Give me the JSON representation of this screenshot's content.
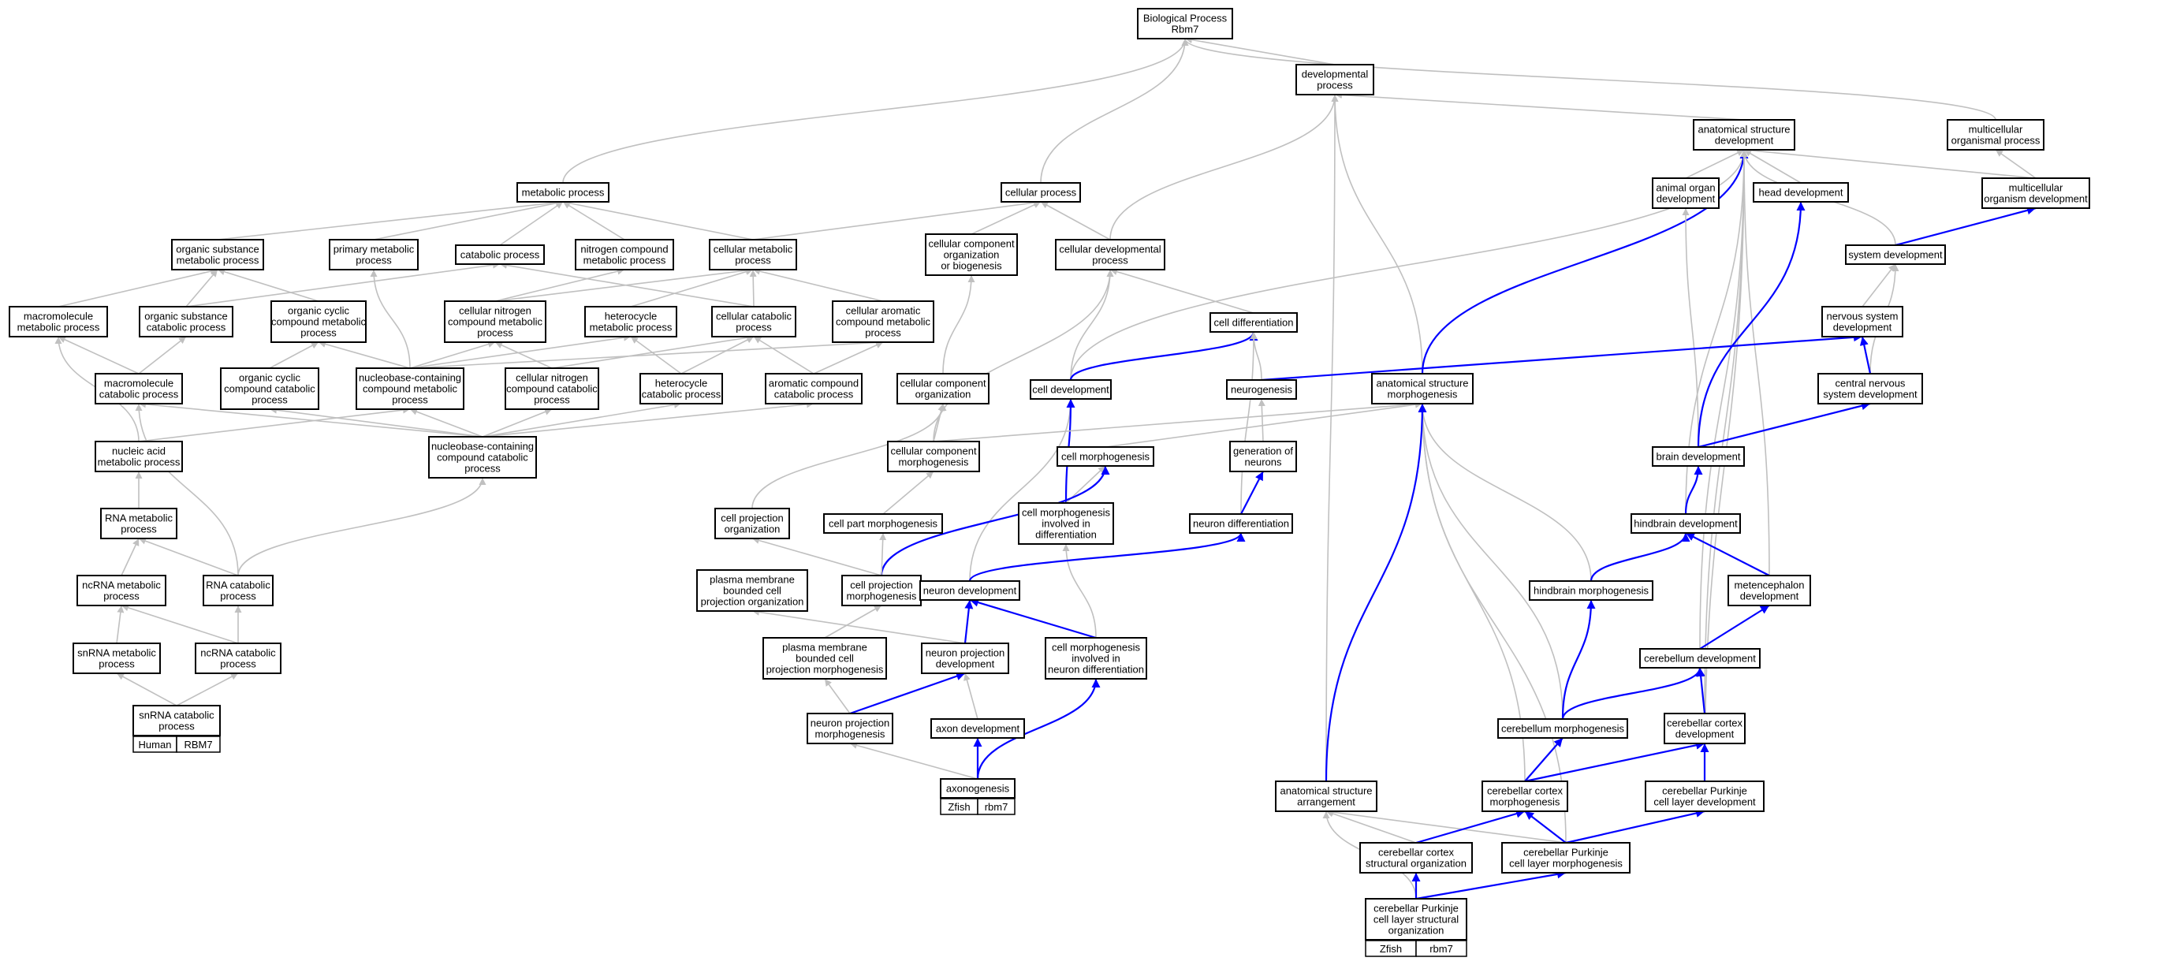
{
  "colors": {
    "gray_edge": "#c0c0c0",
    "blue_edge": "#0000ff",
    "human_badge": "#f05a40",
    "zfish_badge": "#5b87e6"
  },
  "nodes": [
    {
      "id": "bp",
      "lines": [
        "Biological Process",
        "Rbm7"
      ]
    },
    {
      "id": "dev",
      "lines": [
        "developmental",
        "process"
      ]
    },
    {
      "id": "asd",
      "lines": [
        "anatomical structure",
        "development"
      ]
    },
    {
      "id": "mop",
      "lines": [
        "multicellular",
        "organismal process"
      ]
    },
    {
      "id": "metab",
      "lines": [
        "metabolic process"
      ]
    },
    {
      "id": "cellproc",
      "lines": [
        "cellular process"
      ]
    },
    {
      "id": "aod",
      "lines": [
        "animal organ",
        "development"
      ]
    },
    {
      "id": "headdev",
      "lines": [
        "head development"
      ]
    },
    {
      "id": "mod",
      "lines": [
        "multicellular",
        "organism development"
      ]
    },
    {
      "id": "osmp",
      "lines": [
        "organic substance",
        "metabolic process"
      ]
    },
    {
      "id": "pmp",
      "lines": [
        "primary metabolic",
        "process"
      ]
    },
    {
      "id": "catab",
      "lines": [
        "catabolic process"
      ]
    },
    {
      "id": "ncmp",
      "lines": [
        "nitrogen compound",
        "metabolic process"
      ]
    },
    {
      "id": "cmp",
      "lines": [
        "cellular metabolic",
        "process"
      ]
    },
    {
      "id": "ccob",
      "lines": [
        "cellular component",
        "organization",
        "or biogenesis"
      ]
    },
    {
      "id": "cdp",
      "lines": [
        "cellular developmental",
        "process"
      ]
    },
    {
      "id": "sysdev",
      "lines": [
        "system development"
      ]
    },
    {
      "id": "mmp",
      "lines": [
        "macromolecule",
        "metabolic process"
      ]
    },
    {
      "id": "oscp",
      "lines": [
        "organic substance",
        "catabolic process"
      ]
    },
    {
      "id": "occmp",
      "lines": [
        "organic cyclic",
        "compound metabolic",
        "process"
      ]
    },
    {
      "id": "cncmp",
      "lines": [
        "cellular nitrogen",
        "compound metabolic",
        "process"
      ]
    },
    {
      "id": "hmp",
      "lines": [
        "heterocycle",
        "metabolic process"
      ]
    },
    {
      "id": "ccp",
      "lines": [
        "cellular catabolic",
        "process"
      ]
    },
    {
      "id": "cacmp",
      "lines": [
        "cellular aromatic",
        "compound metabolic",
        "process"
      ]
    },
    {
      "id": "celldiff",
      "lines": [
        "cell differentiation"
      ]
    },
    {
      "id": "nsd",
      "lines": [
        "nervous system",
        "development"
      ]
    },
    {
      "id": "mcp",
      "lines": [
        "macromolecule",
        "catabolic process"
      ]
    },
    {
      "id": "occcp",
      "lines": [
        "organic cyclic",
        "compound catabolic",
        "process"
      ]
    },
    {
      "id": "nbccmp",
      "lines": [
        "nucleobase-containing",
        "compound metabolic",
        "process"
      ]
    },
    {
      "id": "cnccp",
      "lines": [
        "cellular nitrogen",
        "compound catabolic",
        "process"
      ]
    },
    {
      "id": "hcp",
      "lines": [
        "heterocycle",
        "catabolic process"
      ]
    },
    {
      "id": "acccp",
      "lines": [
        "aromatic compound",
        "catabolic process"
      ]
    },
    {
      "id": "cco",
      "lines": [
        "cellular component",
        "organization"
      ]
    },
    {
      "id": "celldev",
      "lines": [
        "cell development"
      ]
    },
    {
      "id": "neurogen",
      "lines": [
        "neurogenesis"
      ]
    },
    {
      "id": "asm",
      "lines": [
        "anatomical structure",
        "morphogenesis"
      ]
    },
    {
      "id": "cnsd",
      "lines": [
        "central nervous",
        "system development"
      ]
    },
    {
      "id": "nbcccp",
      "lines": [
        "nucleobase-containing",
        "compound catabolic",
        "process"
      ]
    },
    {
      "id": "namp",
      "lines": [
        "nucleic acid",
        "metabolic process"
      ]
    },
    {
      "id": "ccm",
      "lines": [
        "cellular component",
        "morphogenesis"
      ]
    },
    {
      "id": "cellmorph",
      "lines": [
        "cell morphogenesis"
      ]
    },
    {
      "id": "genneur",
      "lines": [
        "generation of",
        "neurons"
      ]
    },
    {
      "id": "braindev",
      "lines": [
        "brain development"
      ]
    },
    {
      "id": "rnamp",
      "lines": [
        "RNA metabolic",
        "process"
      ]
    },
    {
      "id": "cpo",
      "lines": [
        "cell projection",
        "organization"
      ]
    },
    {
      "id": "cpartm",
      "lines": [
        "cell part morphogenesis"
      ]
    },
    {
      "id": "cmid",
      "lines": [
        "cell morphogenesis",
        "involved in",
        "differentiation"
      ]
    },
    {
      "id": "neurdiff",
      "lines": [
        "neuron differentiation"
      ]
    },
    {
      "id": "hbdev",
      "lines": [
        "hindbrain development"
      ]
    },
    {
      "id": "ncrnamp",
      "lines": [
        "ncRNA metabolic",
        "process"
      ]
    },
    {
      "id": "rnacp",
      "lines": [
        "RNA catabolic",
        "process"
      ]
    },
    {
      "id": "pmbcpo",
      "lines": [
        "plasma membrane",
        "bounded cell",
        "projection organization"
      ]
    },
    {
      "id": "cpm",
      "lines": [
        "cell projection",
        "morphogenesis"
      ]
    },
    {
      "id": "neurdev",
      "lines": [
        "neuron development"
      ]
    },
    {
      "id": "hbmorph",
      "lines": [
        "hindbrain morphogenesis"
      ]
    },
    {
      "id": "metdev",
      "lines": [
        "metencephalon",
        "development"
      ]
    },
    {
      "id": "snrnamp",
      "lines": [
        "snRNA metabolic",
        "process"
      ]
    },
    {
      "id": "ncrnacp",
      "lines": [
        "ncRNA catabolic",
        "process"
      ]
    },
    {
      "id": "pmbcpm",
      "lines": [
        "plasma membrane",
        "bounded cell",
        "projection morphogenesis"
      ]
    },
    {
      "id": "npd",
      "lines": [
        "neuron projection",
        "development"
      ]
    },
    {
      "id": "cmind",
      "lines": [
        "cell morphogenesis",
        "involved in",
        "neuron differentiation"
      ]
    },
    {
      "id": "cbdev",
      "lines": [
        "cerebellum development"
      ]
    },
    {
      "id": "snrnacp",
      "lines": [
        "snRNA catabolic",
        "process"
      ],
      "badges": [
        "Human",
        "RBM7"
      ],
      "badge_color": "human_badge"
    },
    {
      "id": "npm",
      "lines": [
        "neuron projection",
        "morphogenesis"
      ]
    },
    {
      "id": "axdev",
      "lines": [
        "axon development"
      ]
    },
    {
      "id": "cbmorph",
      "lines": [
        "cerebellum morphogenesis"
      ]
    },
    {
      "id": "cbcdev",
      "lines": [
        "cerebellar cortex",
        "development"
      ]
    },
    {
      "id": "axono",
      "lines": [
        "axonogenesis"
      ],
      "badges": [
        "Zfish",
        "rbm7"
      ],
      "badge_color": "zfish_badge"
    },
    {
      "id": "asa",
      "lines": [
        "anatomical structure",
        "arrangement"
      ]
    },
    {
      "id": "cbcmorph",
      "lines": [
        "cerebellar cortex",
        "morphogenesis"
      ]
    },
    {
      "id": "cpcldev",
      "lines": [
        "cerebellar Purkinje",
        "cell layer development"
      ]
    },
    {
      "id": "cbcso",
      "lines": [
        "cerebellar cortex",
        "structural organization"
      ]
    },
    {
      "id": "cpclm",
      "lines": [
        "cerebellar Purkinje",
        "cell layer morphogenesis"
      ]
    },
    {
      "id": "cpclso",
      "lines": [
        "cerebellar Purkinje",
        "cell layer structural",
        "organization"
      ],
      "badges": [
        "Zfish",
        "rbm7"
      ],
      "badge_color": "zfish_badge"
    }
  ],
  "edges": [
    [
      "dev",
      "bp",
      "g"
    ],
    [
      "metab",
      "bp",
      "g"
    ],
    [
      "cellproc",
      "bp",
      "g"
    ],
    [
      "mop",
      "bp",
      "g"
    ],
    [
      "asd",
      "dev",
      "g"
    ],
    [
      "cdp",
      "dev",
      "g"
    ],
    [
      "asa",
      "dev",
      "g"
    ],
    [
      "asm",
      "dev",
      "g"
    ],
    [
      "aod",
      "asd",
      "g"
    ],
    [
      "headdev",
      "asd",
      "g"
    ],
    [
      "mod",
      "asd",
      "g"
    ],
    [
      "celldev",
      "asd",
      "g"
    ],
    [
      "asm",
      "asd",
      "b"
    ],
    [
      "sysdev",
      "asd",
      "g"
    ],
    [
      "hbdev",
      "asd",
      "g"
    ],
    [
      "metdev",
      "asd",
      "g"
    ],
    [
      "cbdev",
      "asd",
      "g"
    ],
    [
      "cbcdev",
      "asd",
      "g"
    ],
    [
      "cpcldev",
      "asd",
      "g"
    ],
    [
      "mod",
      "mop",
      "g"
    ],
    [
      "osmp",
      "metab",
      "g"
    ],
    [
      "pmp",
      "metab",
      "g"
    ],
    [
      "catab",
      "metab",
      "g"
    ],
    [
      "ncmp",
      "metab",
      "g"
    ],
    [
      "cmp",
      "metab",
      "g"
    ],
    [
      "cmp",
      "cellproc",
      "g"
    ],
    [
      "ccob",
      "cellproc",
      "g"
    ],
    [
      "cdp",
      "cellproc",
      "g"
    ],
    [
      "braindev",
      "aod",
      "g"
    ],
    [
      "braindev",
      "headdev",
      "b"
    ],
    [
      "sysdev",
      "mod",
      "b"
    ],
    [
      "mmp",
      "osmp",
      "g"
    ],
    [
      "oscp",
      "osmp",
      "g"
    ],
    [
      "occmp",
      "osmp",
      "g"
    ],
    [
      "nbccmp",
      "pmp",
      "g"
    ],
    [
      "oscp",
      "catab",
      "g"
    ],
    [
      "ccp",
      "catab",
      "g"
    ],
    [
      "cncmp",
      "ncmp",
      "g"
    ],
    [
      "cncmp",
      "cmp",
      "g"
    ],
    [
      "hmp",
      "cmp",
      "g"
    ],
    [
      "ccp",
      "cmp",
      "g"
    ],
    [
      "cacmp",
      "cmp",
      "g"
    ],
    [
      "cco",
      "ccob",
      "g"
    ],
    [
      "celldiff",
      "cdp",
      "g"
    ],
    [
      "celldev",
      "cdp",
      "g"
    ],
    [
      "ccm",
      "cdp",
      "g"
    ],
    [
      "nsd",
      "sysdev",
      "g"
    ],
    [
      "cnsd",
      "sysdev",
      "g"
    ],
    [
      "mcp",
      "mmp",
      "g"
    ],
    [
      "namp",
      "mmp",
      "g"
    ],
    [
      "mcp",
      "oscp",
      "g"
    ],
    [
      "occcp",
      "occmp",
      "g"
    ],
    [
      "nbccmp",
      "occmp",
      "g"
    ],
    [
      "nbccmp",
      "cncmp",
      "g"
    ],
    [
      "cnccp",
      "cncmp",
      "g"
    ],
    [
      "nbccmp",
      "hmp",
      "g"
    ],
    [
      "hcp",
      "hmp",
      "g"
    ],
    [
      "cnccp",
      "ccp",
      "g"
    ],
    [
      "hcp",
      "ccp",
      "g"
    ],
    [
      "acccp",
      "ccp",
      "g"
    ],
    [
      "nbccmp",
      "cacmp",
      "g"
    ],
    [
      "acccp",
      "cacmp",
      "g"
    ],
    [
      "celldev",
      "celldiff",
      "b"
    ],
    [
      "neurogen",
      "celldiff",
      "g"
    ],
    [
      "neurdiff",
      "celldiff",
      "g"
    ],
    [
      "neurogen",
      "nsd",
      "b"
    ],
    [
      "cnsd",
      "nsd",
      "b"
    ],
    [
      "namp",
      "nbccmp",
      "g"
    ],
    [
      "nbcccp",
      "nbccmp",
      "g"
    ],
    [
      "nbcccp",
      "occcp",
      "g"
    ],
    [
      "nbcccp",
      "cnccp",
      "g"
    ],
    [
      "nbcccp",
      "hcp",
      "g"
    ],
    [
      "nbcccp",
      "acccp",
      "g"
    ],
    [
      "nbcccp",
      "mcp",
      "g"
    ],
    [
      "rnacp",
      "mcp",
      "g"
    ],
    [
      "ccm",
      "cco",
      "g"
    ],
    [
      "cpo",
      "cco",
      "g"
    ],
    [
      "neurdev",
      "celldev",
      "g"
    ],
    [
      "cmid",
      "celldev",
      "b"
    ],
    [
      "genneur",
      "neurogen",
      "g"
    ],
    [
      "ccm",
      "asm",
      "g"
    ],
    [
      "cellmorph",
      "asm",
      "g"
    ],
    [
      "hbmorph",
      "asm",
      "g"
    ],
    [
      "cbmorph",
      "asm",
      "g"
    ],
    [
      "cbcmorph",
      "asm",
      "g"
    ],
    [
      "cpclm",
      "asm",
      "g"
    ],
    [
      "asa",
      "asm",
      "b"
    ],
    [
      "braindev",
      "cnsd",
      "b"
    ],
    [
      "rnacp",
      "nbcccp",
      "g"
    ],
    [
      "rnamp",
      "namp",
      "g"
    ],
    [
      "cpartm",
      "ccm",
      "g"
    ],
    [
      "cmid",
      "cellmorph",
      "g"
    ],
    [
      "cpm",
      "cellmorph",
      "b"
    ],
    [
      "neurdiff",
      "genneur",
      "b"
    ],
    [
      "hbdev",
      "braindev",
      "b"
    ],
    [
      "ncrnamp",
      "rnamp",
      "g"
    ],
    [
      "rnacp",
      "rnamp",
      "g"
    ],
    [
      "cpm",
      "cpo",
      "g"
    ],
    [
      "cpm",
      "cpartm",
      "g"
    ],
    [
      "cmind",
      "cmid",
      "g"
    ],
    [
      "neurdev",
      "neurdiff",
      "b"
    ],
    [
      "hbmorph",
      "hbdev",
      "b"
    ],
    [
      "metdev",
      "hbdev",
      "b"
    ],
    [
      "ncrnacp",
      "ncrnamp",
      "g"
    ],
    [
      "snrnamp",
      "ncrnamp",
      "g"
    ],
    [
      "ncrnacp",
      "rnacp",
      "g"
    ],
    [
      "npd",
      "pmbcpo",
      "g"
    ],
    [
      "pmbcpm",
      "cpm",
      "g"
    ],
    [
      "npd",
      "neurdev",
      "b"
    ],
    [
      "cmind",
      "neurdev",
      "b"
    ],
    [
      "cbmorph",
      "hbmorph",
      "b"
    ],
    [
      "cbdev",
      "metdev",
      "b"
    ],
    [
      "snrnacp",
      "snrnamp",
      "g"
    ],
    [
      "snrnacp",
      "ncrnacp",
      "g"
    ],
    [
      "npm",
      "pmbcpm",
      "g"
    ],
    [
      "npm",
      "npd",
      "b"
    ],
    [
      "axdev",
      "npd",
      "g"
    ],
    [
      "cbmorph",
      "cbdev",
      "b"
    ],
    [
      "cbcdev",
      "cbdev",
      "b"
    ],
    [
      "axono",
      "npm",
      "g"
    ],
    [
      "axono",
      "axdev",
      "b"
    ],
    [
      "axono",
      "cmind",
      "b"
    ],
    [
      "cbcmorph",
      "cbmorph",
      "b"
    ],
    [
      "cbcmorph",
      "cbcdev",
      "b"
    ],
    [
      "cpcldev",
      "cbcdev",
      "b"
    ],
    [
      "cbcso",
      "asa",
      "g"
    ],
    [
      "cpclso",
      "asa",
      "g"
    ],
    [
      "cpclm",
      "asa",
      "g"
    ],
    [
      "cbcso",
      "cbcmorph",
      "b"
    ],
    [
      "cpclm",
      "cbcmorph",
      "b"
    ],
    [
      "cpclm",
      "cpcldev",
      "b"
    ],
    [
      "cpclso",
      "cbcso",
      "b"
    ],
    [
      "cpclso",
      "cpclm",
      "b"
    ]
  ]
}
